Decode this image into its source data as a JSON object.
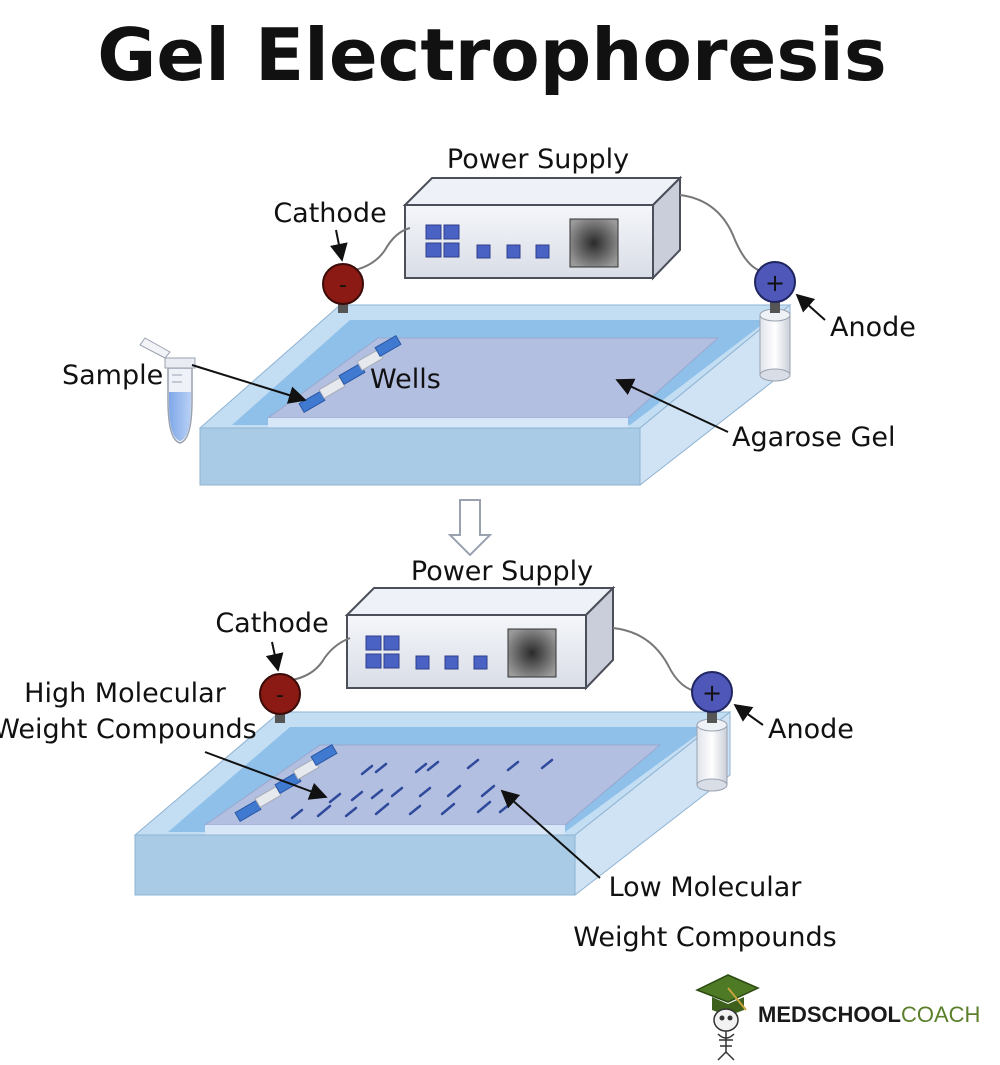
{
  "title": "Gel Electrophoresis",
  "top_panel": {
    "power_supply": "Power Supply",
    "cathode": "Cathode",
    "anode": "Anode",
    "sample": "Sample",
    "wells": "Wells",
    "agarose_gel": "Agarose Gel",
    "cathode_symbol": "-",
    "anode_symbol": "+"
  },
  "bottom_panel": {
    "power_supply": "Power Supply",
    "cathode": "Cathode",
    "anode": "Anode",
    "high_mw_line1": "High Molecular",
    "high_mw_line2": "Weight Compounds",
    "low_mw_line1": "Low Molecular",
    "low_mw_line2": "Weight Compounds",
    "cathode_symbol": "-",
    "anode_symbol": "+"
  },
  "logo": {
    "part1": "MEDSCHOOL",
    "part2": "COACH",
    "color_part1": "#1a1a1a",
    "color_part2": "#5b7f2b"
  },
  "colors": {
    "gel_tray": "#a9cbe6",
    "gel": "#b3bfe0",
    "cathode": "#8b1a14",
    "anode": "#4f58b8",
    "bands": "#2f4a9c"
  }
}
